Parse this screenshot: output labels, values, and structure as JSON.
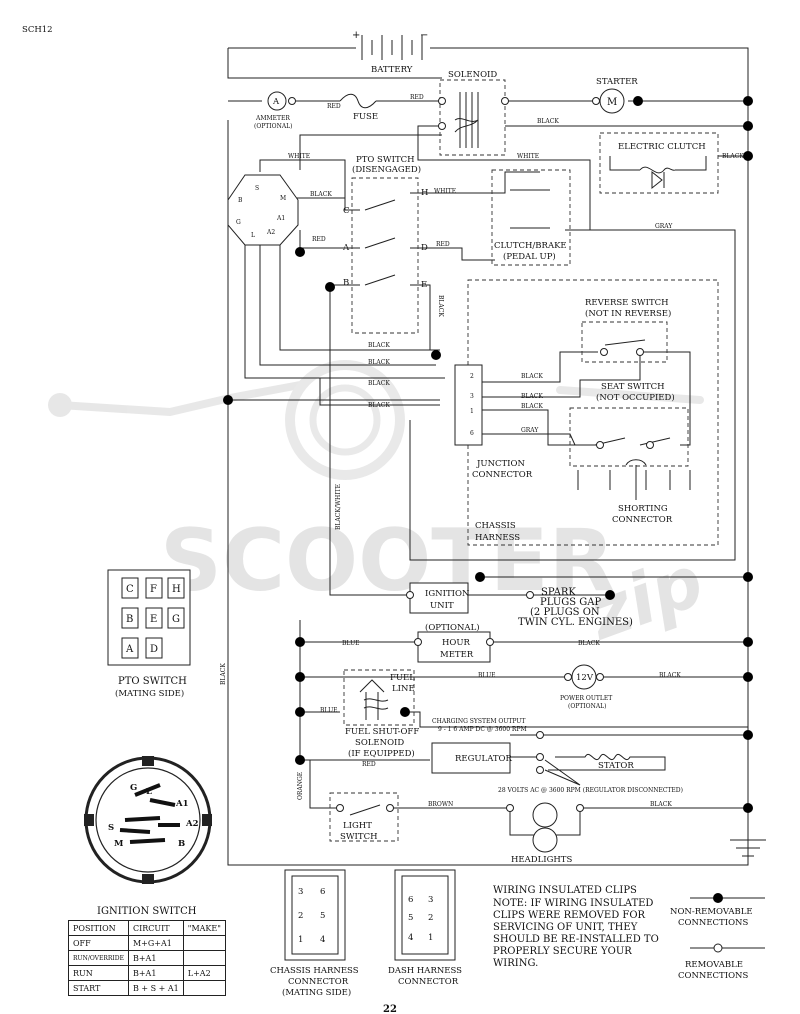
{
  "page_code": "SCH12",
  "page_number": "22",
  "watermark": {
    "brand": "SCOOTER",
    "script": "zip"
  },
  "components": {
    "battery": "BATTERY",
    "battery_plus": "+",
    "battery_minus": "−",
    "solenoid": "SOLENOID",
    "starter": "STARTER",
    "starter_symbol": "M",
    "ammeter_symbol": "A",
    "ammeter": [
      "AMMETER",
      "(OPTIONAL)"
    ],
    "fuse": "FUSE",
    "pto_switch": [
      "PTO SWITCH",
      "(DISENGAGED)"
    ],
    "electric_clutch": "ELECTRIC CLUTCH",
    "clutch_brake": [
      "CLUTCH/BRAKE",
      "(PEDAL UP)"
    ],
    "reverse_switch": [
      "REVERSE SWITCH",
      "(NOT IN REVERSE)"
    ],
    "seat_switch": [
      "SEAT SWITCH",
      "(NOT OCCUPIED)"
    ],
    "junction_connector": [
      "JUNCTION",
      "CONNECTOR"
    ],
    "shorting_connector": [
      "SHORTING",
      "CONNECTOR"
    ],
    "chassis_harness": [
      "CHASSIS",
      "HARNESS"
    ],
    "ignition_unit": [
      "IGNITION",
      "UNIT"
    ],
    "spark_plugs": [
      "SPARK",
      "PLUGS GAP",
      "(2 PLUGS ON",
      "TWIN CYL. ENGINES)"
    ],
    "hour_meter": [
      "(OPTIONAL)",
      "HOUR",
      "METER"
    ],
    "power_outlet_symbol": "12V",
    "power_outlet": [
      "POWER OUTLET",
      "(OPTIONAL)"
    ],
    "fuel_line": [
      "FUEL",
      "LINE"
    ],
    "fuel_shutoff": [
      "FUEL SHUT-OFF",
      "SOLENOID",
      "(IF EQUIPPED)"
    ],
    "charging_output": [
      "CHARGING SYSTEM OUTPUT",
      "9 - 1 6 AMP DC @ 3600 RPM"
    ],
    "regulator": "REGULATOR",
    "stator": "STATOR",
    "stator_note": "28 VOLTS AC @ 3600 RPM (REGULATOR DISCONNECTED)",
    "light_switch": [
      "LIGHT",
      "SWITCH"
    ],
    "headlights": "HEADLIGHTS"
  },
  "wires": {
    "red": "RED",
    "black": "BLACK",
    "white": "WHITE",
    "gray": "GRAY",
    "blue": "BLUE",
    "orange": "ORANGE",
    "brown": "BROWN",
    "black_white": "BLACK/WHITE"
  },
  "terminals": {
    "ignition": [
      "B",
      "S",
      "M",
      "A1",
      "A2",
      "L",
      "G"
    ],
    "pto": [
      "C",
      "H",
      "A",
      "D",
      "B",
      "E"
    ],
    "junction": [
      "2",
      "3",
      "1",
      "6"
    ]
  },
  "pto_mating": {
    "title": "PTO SWITCH",
    "subtitle": "(MATING SIDE)",
    "pins": [
      "C",
      "F",
      "H",
      "B",
      "E",
      "G",
      "A",
      "D"
    ]
  },
  "ignition_switch": {
    "title": "IGNITION SWITCH",
    "face_labels": [
      "G",
      "L",
      "A1",
      "S",
      "A2",
      "M",
      "B"
    ],
    "table_header": [
      "POSITION",
      "CIRCUIT",
      "\"MAKE\""
    ],
    "table_rows": [
      [
        "OFF",
        "M+G+A1",
        ""
      ],
      [
        "RUN/OVERRIDE",
        "B+A1",
        ""
      ],
      [
        "RUN",
        "B+A1",
        "L+A2"
      ],
      [
        "START",
        "B + S + A1",
        ""
      ]
    ]
  },
  "chassis_connector": {
    "label": [
      "CHASSIS HARNESS",
      "CONNECTOR",
      "(MATING SIDE)"
    ],
    "pins": [
      "3",
      "6",
      "2",
      "5",
      "1",
      "4"
    ]
  },
  "dash_connector": {
    "label": [
      "DASH HARNESS",
      "CONNECTOR"
    ],
    "pins": [
      "6",
      "3",
      "5",
      "2",
      "4",
      "1"
    ]
  },
  "note": [
    "WIRING INSULATED CLIPS",
    "NOTE: IF WIRING INSULATED",
    "CLIPS WERE REMOVED FOR",
    "SERVICING OF UNIT, THEY",
    "SHOULD BE RE-INSTALLED TO",
    "PROPERLY SECURE YOUR",
    "WIRING."
  ],
  "legend": {
    "non_removable": [
      "NON-REMOVABLE",
      "CONNECTIONS"
    ],
    "removable": [
      "REMOVABLE",
      "CONNECTIONS"
    ]
  }
}
